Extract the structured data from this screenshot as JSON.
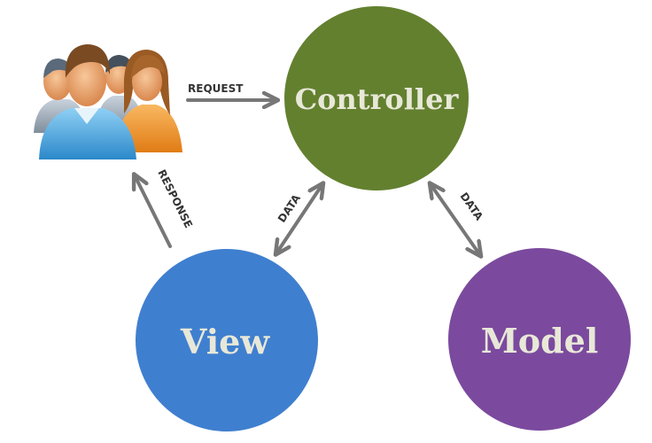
{
  "nodes": {
    "controller": {
      "label": "Controller",
      "color": "#63802f"
    },
    "view": {
      "label": "View",
      "color": "#3f7fcf"
    },
    "model": {
      "label": "Model",
      "color": "#7b4a9e"
    }
  },
  "users_icon": "user-group-icon",
  "edges": {
    "request": "REQUEST",
    "response": "RESPONSE",
    "data_view": "DATA",
    "data_model": "DATA"
  },
  "colors": {
    "arrow": "#777777",
    "node_text": "#e8e8d8"
  }
}
